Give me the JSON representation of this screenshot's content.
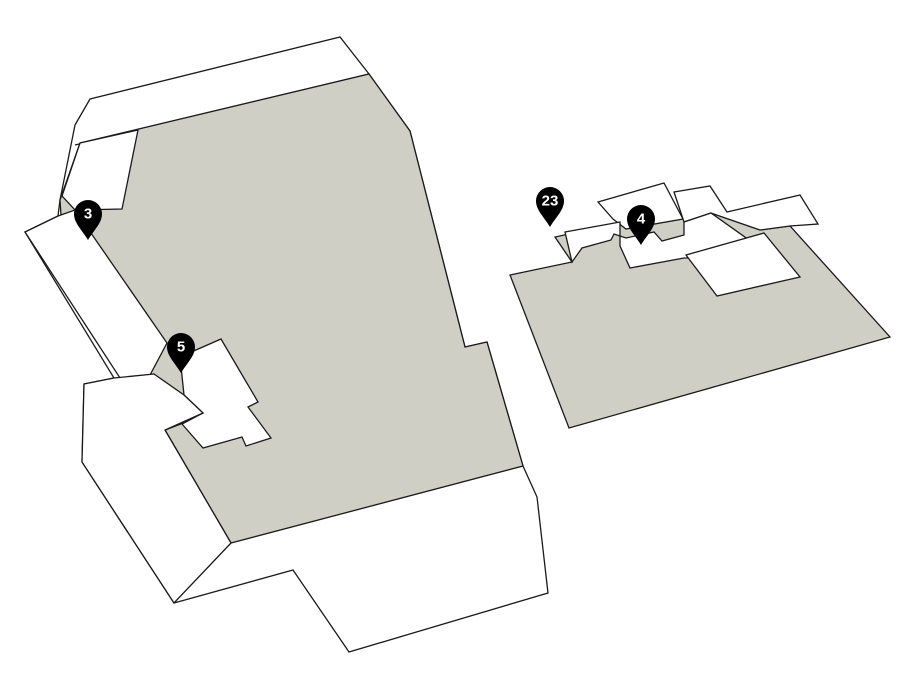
{
  "map": {
    "colors": {
      "floor_fill": "#cfcfc6",
      "background_fill": "#ffffff",
      "outline": "#1a1a1a",
      "marker": "#000000",
      "marker_text": "#ffffff"
    },
    "markers": [
      {
        "id": "marker-3",
        "label": "3"
      },
      {
        "id": "marker-5",
        "label": "5"
      },
      {
        "id": "marker-23",
        "label": "23"
      },
      {
        "id": "marker-4",
        "label": "4"
      }
    ]
  }
}
